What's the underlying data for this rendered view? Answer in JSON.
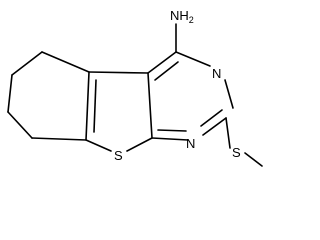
{
  "molecule": {
    "atoms": {
      "amine": "NH2",
      "pyrimidine_n_upper": "N",
      "pyrimidine_n_lower": "N",
      "thiophene_s": "S",
      "methylthio_s": "S"
    }
  },
  "colors": {
    "bond": "#000000",
    "label": "#000000",
    "background": "#ffffff"
  }
}
